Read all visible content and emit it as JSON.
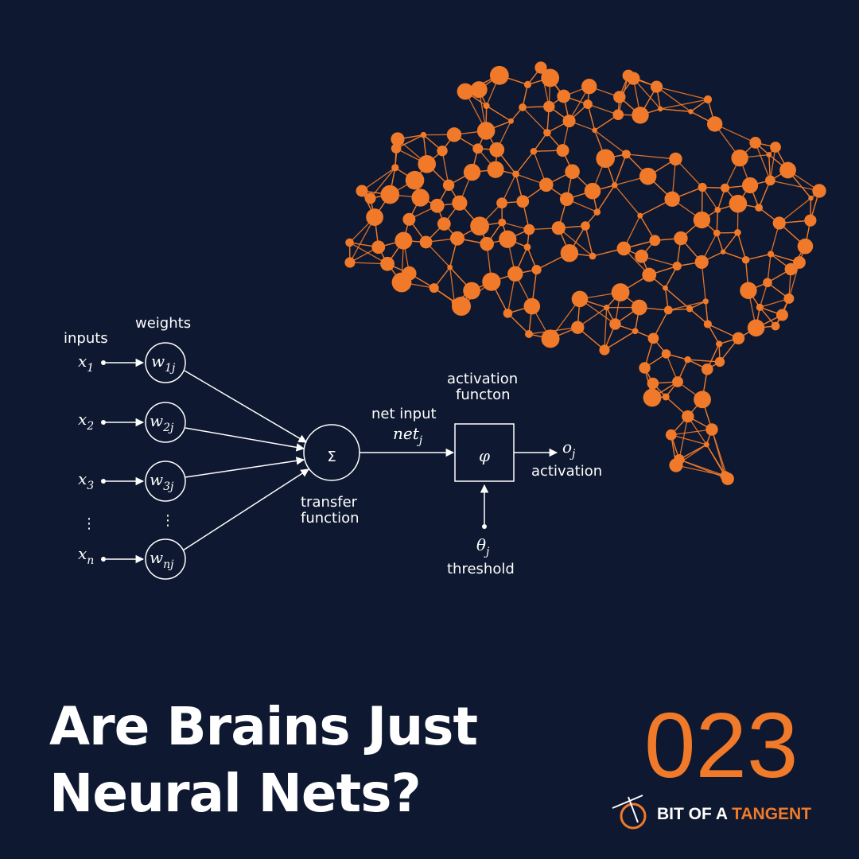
{
  "diagram": {
    "inputs_label": "inputs",
    "weights_label": "weights",
    "inputs": [
      {
        "base": "x",
        "sub": "1"
      },
      {
        "base": "x",
        "sub": "2"
      },
      {
        "base": "x",
        "sub": "3"
      },
      {
        "base": "x",
        "sub": "n"
      }
    ],
    "weights": [
      {
        "base": "w",
        "sub": "1j"
      },
      {
        "base": "w",
        "sub": "2j"
      },
      {
        "base": "w",
        "sub": "3j"
      },
      {
        "base": "w",
        "sub": "nj"
      }
    ],
    "ellipsis": "⋮",
    "sum_symbol": "Σ",
    "transfer_label_1": "transfer",
    "transfer_label_2": "function",
    "net_input_label": "net input",
    "net_base": "net",
    "net_sub": "j",
    "activation_function_label_1": "activation",
    "activation_function_label_2": "functon",
    "phi_symbol": "φ",
    "output_base": "o",
    "output_sub": "j",
    "activation_label": "activation",
    "threshold_base": "θ",
    "threshold_sub": "j",
    "threshold_label": "threshold"
  },
  "title": {
    "line1": "Are Brains Just",
    "line2": "Neural Nets?"
  },
  "episode_number": "023",
  "brand": {
    "word1": "BIT OF A ",
    "word2": "TANGENT"
  },
  "colors": {
    "background": "#0e1830",
    "accent": "#f07a2a",
    "line": "#ffffff"
  },
  "icons": {
    "brain": "brain-network-icon",
    "logo": "tangent-circle-icon"
  }
}
